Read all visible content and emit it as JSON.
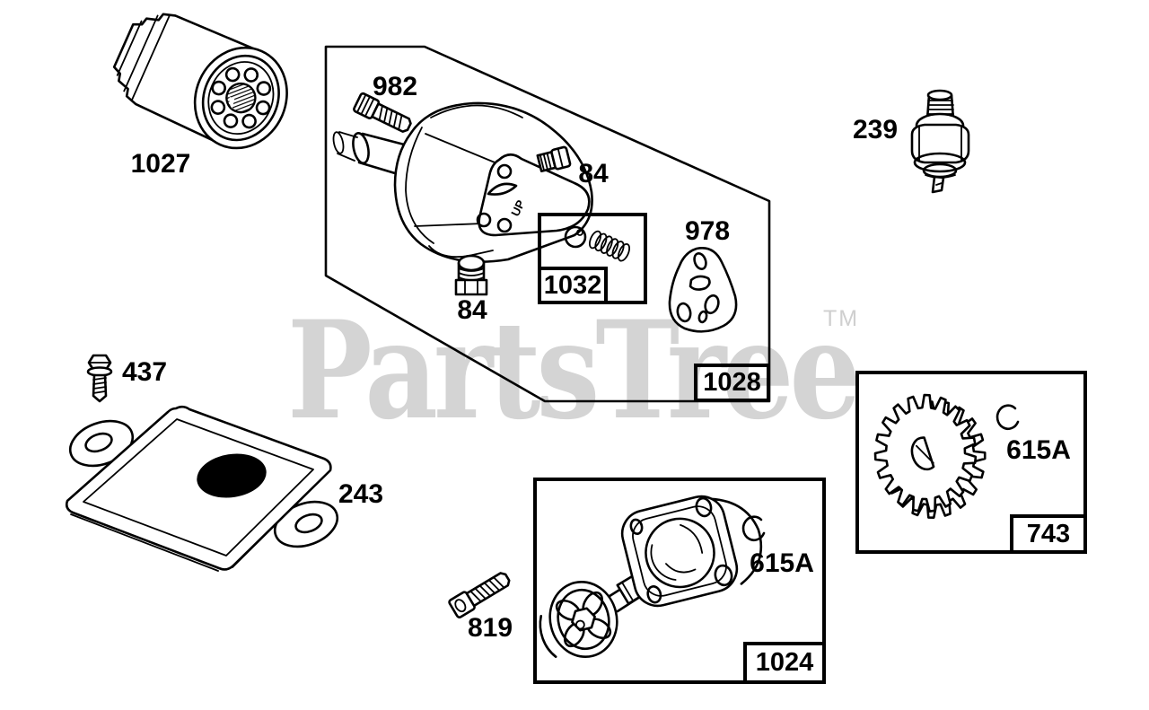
{
  "watermark": {
    "text": "PartsTree",
    "tm": "TM",
    "color": "#d4d4d4"
  },
  "colors": {
    "line": "#000000",
    "dark_fill": "#000000",
    "background": "#ffffff"
  },
  "callouts": {
    "oil_filter": "1027",
    "pump_mount_screw": "982",
    "plug_upper": "84",
    "plug_lower": "84",
    "gasket": "978",
    "oil_minder_valve": "239",
    "cover_screw": "437",
    "breather_cover": "243",
    "pump_cover_screw": "819",
    "retaining_ring_pump": "615A",
    "retaining_ring_gear": "615A",
    "stamp_up": "UP"
  },
  "group_boxes": {
    "check_valve_kit": "1032",
    "oil_pump_group": "1028",
    "pump_rotor_kit": "1024",
    "gear_kit": "743"
  }
}
